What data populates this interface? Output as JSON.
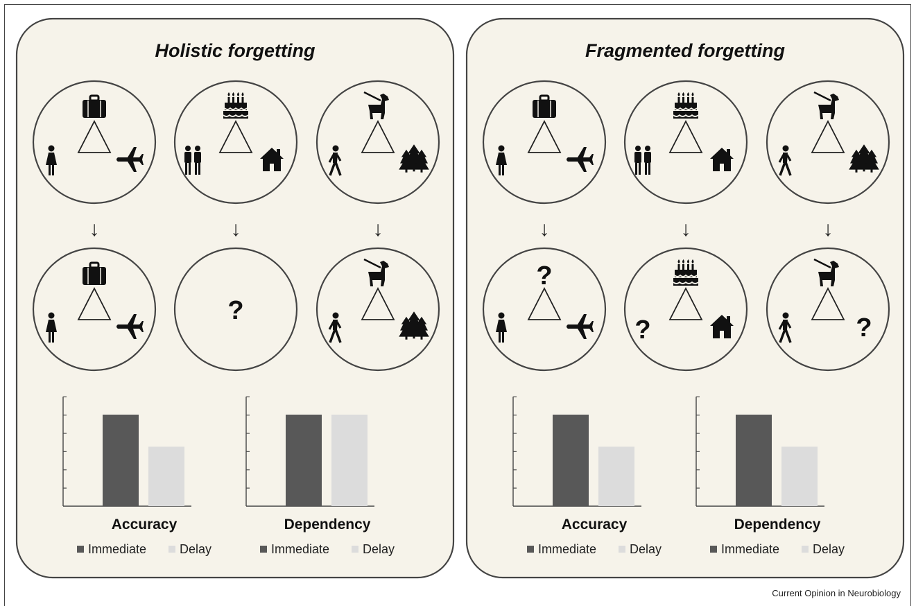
{
  "panels": [
    {
      "title": "Holistic forgetting",
      "events": [
        {
          "before": {
            "top": "suitcase-icon",
            "left": "woman-icon",
            "right": "airplane-icon"
          },
          "after": {
            "top": "suitcase-icon",
            "left": "woman-icon",
            "right": "airplane-icon",
            "whole_forgotten": false
          }
        },
        {
          "before": {
            "top": "birthday-cake-icon",
            "left": "couple-icon",
            "right": "house-icon"
          },
          "after": {
            "whole_forgotten": true,
            "question_mark": "?"
          }
        },
        {
          "before": {
            "top": "dog-icon",
            "left": "walking-person-icon",
            "right": "trees-icon"
          },
          "after": {
            "top": "dog-icon",
            "left": "walking-person-icon",
            "right": "trees-icon",
            "whole_forgotten": false
          }
        }
      ],
      "charts": [
        {
          "label": "Accuracy",
          "immediate": 1.0,
          "delay": 0.65
        },
        {
          "label": "Dependency",
          "immediate": 1.0,
          "delay": 1.0
        }
      ]
    },
    {
      "title": "Fragmented forgetting",
      "events": [
        {
          "before": {
            "top": "suitcase-icon",
            "left": "woman-icon",
            "right": "airplane-icon"
          },
          "after": {
            "top": "?",
            "left": "woman-icon",
            "right": "airplane-icon",
            "whole_forgotten": false
          }
        },
        {
          "before": {
            "top": "birthday-cake-icon",
            "left": "couple-icon",
            "right": "house-icon"
          },
          "after": {
            "top": "birthday-cake-icon",
            "left": "?",
            "right": "house-icon",
            "whole_forgotten": false
          }
        },
        {
          "before": {
            "top": "dog-icon",
            "left": "walking-person-icon",
            "right": "trees-icon"
          },
          "after": {
            "top": "dog-icon",
            "left": "walking-person-icon",
            "right": "?",
            "whole_forgotten": false
          }
        }
      ],
      "charts": [
        {
          "label": "Accuracy",
          "immediate": 1.0,
          "delay": 0.65
        },
        {
          "label": "Dependency",
          "immediate": 1.0,
          "delay": 0.65
        }
      ]
    }
  ],
  "legend": {
    "immediate": "Immediate",
    "delay": "Delay"
  },
  "arrow_glyph": "↓",
  "colors": {
    "panel_bg": "#f6f3ea",
    "panel_border": "#444444",
    "immediate": "#585858",
    "delay": "#dcdcdc",
    "ink": "#111111"
  },
  "credit": "Current Opinion in Neurobiology"
}
